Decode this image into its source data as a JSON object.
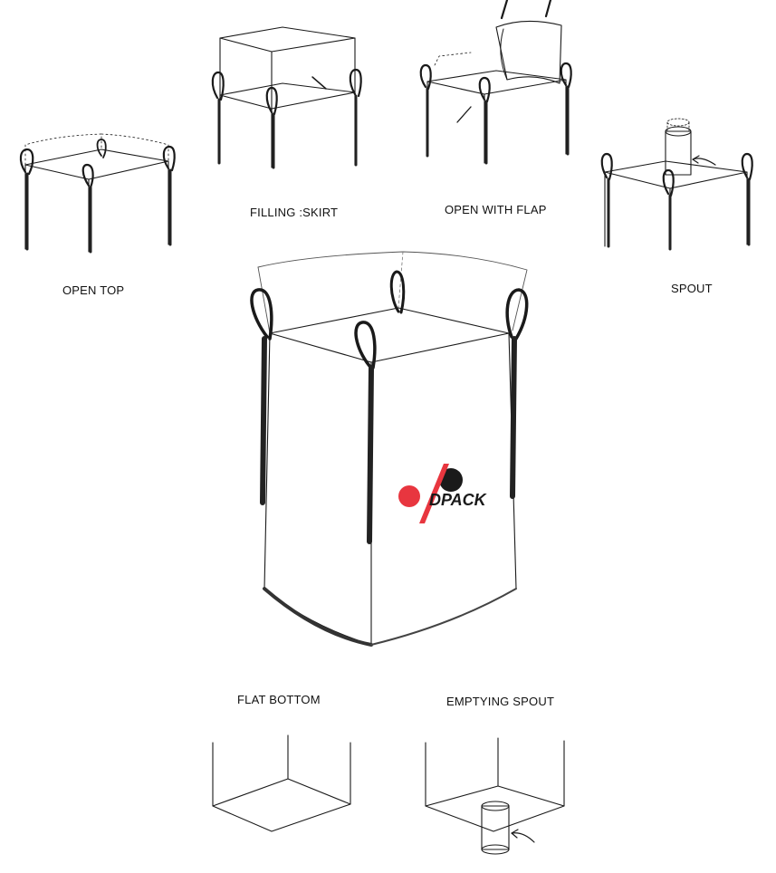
{
  "labels": {
    "open_top": "OPEN TOP",
    "filling_skirt": "FILLING :SKIRT",
    "open_with_flap": "OPEN WITH FLAP",
    "spout": "SPOUT",
    "flat_bottom": "FLAT BOTTOM",
    "emptying_spout": "EMPTYING SPOUT"
  },
  "logo": {
    "text": "DPACK",
    "color": "#e8363f"
  },
  "colors": {
    "ink": "#1a1a1a",
    "strap": "#222222"
  }
}
